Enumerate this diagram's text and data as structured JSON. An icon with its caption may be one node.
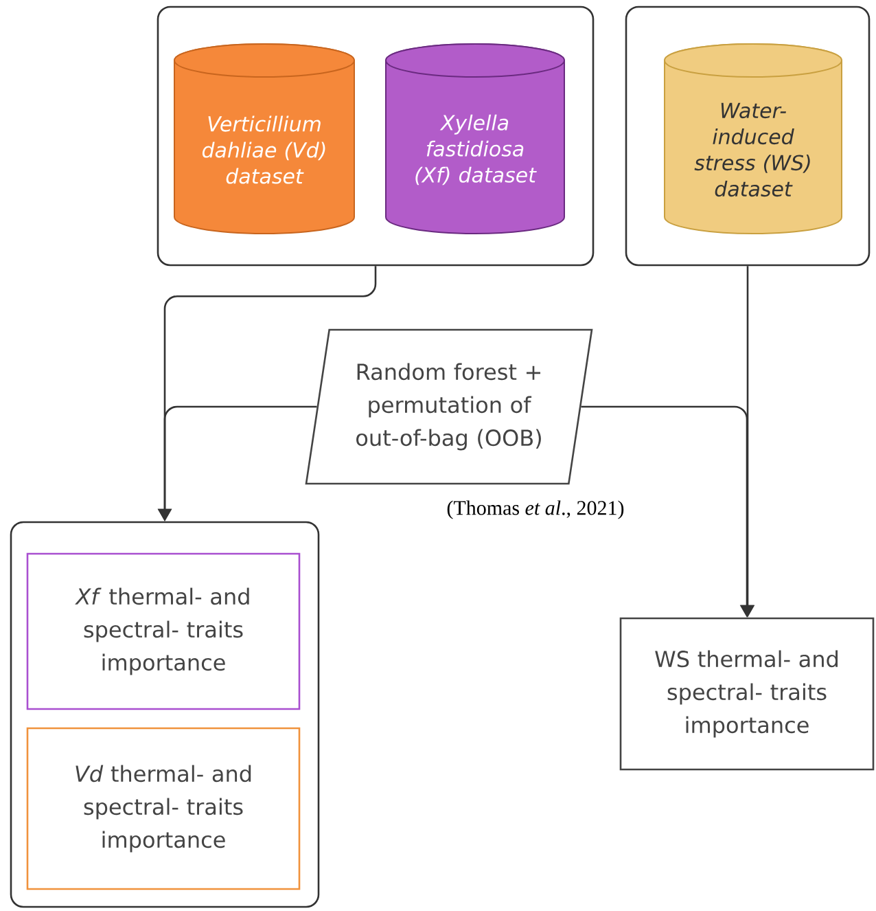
{
  "diagram": {
    "nodes": [
      {
        "text": [],
        "shape": "box"
      },
      {
        "text": [
          "Verticillium dahliae (Vd) dataset"
        ],
        "in": 0
      },
      {
        "text": [
          "Xylella fastidiosa (Xf) dataset"
        ],
        "in": 0
      },
      {
        "text": [],
        "shape": "box"
      },
      {
        "text": [
          "Water-induced stress (WS) dataset"
        ],
        "in": 3
      },
      {
        "text": [
          "Random forest + permutation of out-of-bag (OOB)"
        ],
        "beside": [
          "(Thomas *et al*., 2021)"
        ]
      },
      {
        "text": [],
        "shape": "box"
      },
      {
        "text": [
          "*Xf* thermal- and spectral- traits importance"
        ],
        "in": 6
      },
      {
        "text": [
          "*Vd* thermal- and spectral- traits importance"
        ],
        "in": 6
      },
      {
        "text": [
          "WS thermal- and spectral- traits importance"
        ]
      }
    ],
    "edges": [
      {
        "from": 0,
        "to": 6,
        "arrow": "to"
      },
      {
        "from": 5,
        "to": 6,
        "arrow": "to"
      },
      {
        "from": 3,
        "to": 9,
        "arrow": "to"
      },
      {
        "from": 5,
        "to": 9,
        "arrow": "to"
      }
    ]
  }
}
